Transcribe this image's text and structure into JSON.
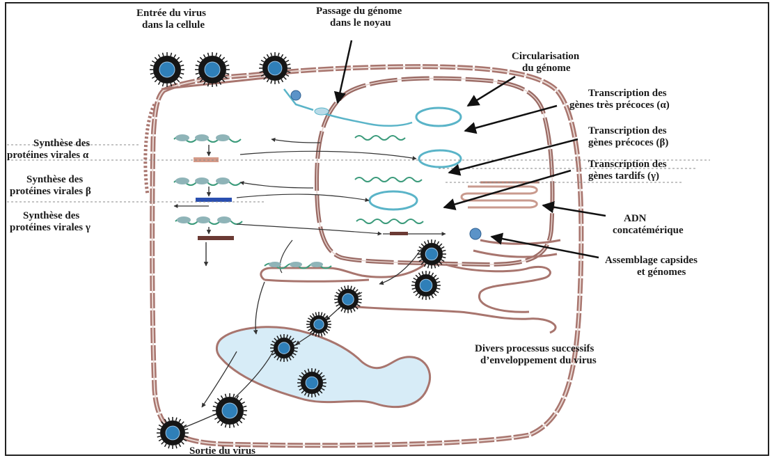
{
  "diagram": {
    "labels": {
      "virus_entry": [
        "Entrée du virus",
        "dans la cellule"
      ],
      "genome_passage": [
        "Passage du génome",
        "dans le noyau"
      ],
      "circularisation": [
        "Circularisation",
        "du génome"
      ],
      "transcription_alpha": [
        "Transcription des",
        "gènes très précoces (α)"
      ],
      "transcription_beta": [
        "Transcription des",
        "gènes  précoces (β)"
      ],
      "transcription_gamma": [
        "Transcription des",
        "gènes tardifs (γ)"
      ],
      "synthesis_alpha": [
        "Synthèse des",
        "protéines virales α"
      ],
      "synthesis_beta": [
        "Synthèse des",
        "protéines virales β"
      ],
      "synthesis_gamma": [
        "Synthèse des",
        "protéines virales γ"
      ],
      "concatemeric_dna": [
        "ADN",
        "concatémérique"
      ],
      "assembly": [
        "Assemblage capsides",
        "et génomes"
      ],
      "envelopment": [
        "Divers processus successifs",
        "d’enveloppement du virus"
      ],
      "virus_exit": [
        "Sortie du virus"
      ]
    },
    "colors": {
      "membrane": "#a8756e",
      "nucleus_membrane": "#9a6a64",
      "dna_circle": "#5ab4c8",
      "mrna": "#3a9a7a",
      "protein_alpha": "#d49a88",
      "protein_beta": "#2a4fb0",
      "protein_gamma": "#6b3a34",
      "golgi_fill": "#d7ecf7",
      "virion_core": "#2f7fb8",
      "virion_shell": "#151515"
    }
  }
}
